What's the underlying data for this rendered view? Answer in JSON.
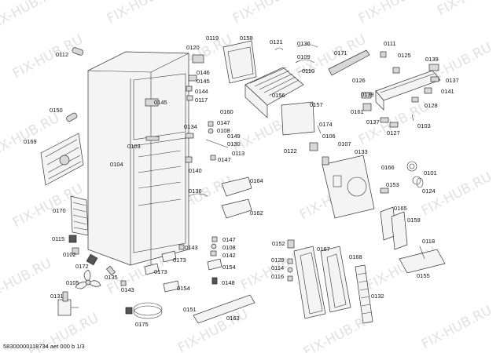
{
  "watermark_text": "FIX-HUB.RU",
  "footer": "58300000118734 aet 000 b 1/3",
  "labels": {
    "l0112": "0112",
    "l0119": "0119",
    "l0158": "0158",
    "l0121": "0121",
    "l0136a": "0136",
    "l0111": "0111",
    "l0120": "0120",
    "l0109": "0109",
    "l0171": "0171",
    "l0125": "0125",
    "l0139": "0139",
    "l0110": "0110",
    "l0146": "0146",
    "l0145a": "0145",
    "l0126": "0126",
    "l0137a": "0137",
    "l0144": "0144",
    "l0117": "0117",
    "l0156": "0156",
    "l0138": "0138",
    "l0141": "0141",
    "l0145b": "0145",
    "l0157": "0157",
    "l0128": "0128",
    "l0150": "0150",
    "l0160": "0160",
    "l0161": "0161",
    "l0137b": "0137",
    "l0147a": "0147",
    "l0174": "0174",
    "l0108a": "0108",
    "l0103a": "0103",
    "l0134": "0134",
    "l0149": "0149",
    "l0127": "0127",
    "l0169": "0169",
    "l0130": "0130",
    "l0106": "0106",
    "l0107": "0107",
    "l0103b": "0103",
    "l0113": "0113",
    "l0122": "0122",
    "l0133": "0133",
    "l0147b": "0147",
    "l0104": "0104",
    "l0140": "0140",
    "l0166": "0166",
    "l0101": "0101",
    "l0164": "0164",
    "l0136b": "0136",
    "l0153": "0153",
    "l0124": "0124",
    "l0170": "0170",
    "l0162": "0162",
    "l0165": "0165",
    "l0159": "0159",
    "l0115": "0115",
    "l0147c": "0147",
    "l0108b": "0108",
    "l0143a": "0143",
    "l0142": "0142",
    "l0152": "0152",
    "l0118": "0118",
    "l0102": "0102",
    "l0173a": "0173",
    "l0167": "0167",
    "l0129": "0129",
    "l0168": "0168",
    "l0172": "0172",
    "l0154a": "0154",
    "l0114": "0114",
    "l0135": "0135",
    "l0173b": "0173",
    "l0116": "0116",
    "l0155": "0155",
    "l0105": "0105",
    "l0148": "0148",
    "l0143b": "0143",
    "l0154b": "0154",
    "l0131": "0131",
    "l0132": "0132",
    "l0151": "0151",
    "l0175": "0175",
    "l0163": "0163"
  }
}
